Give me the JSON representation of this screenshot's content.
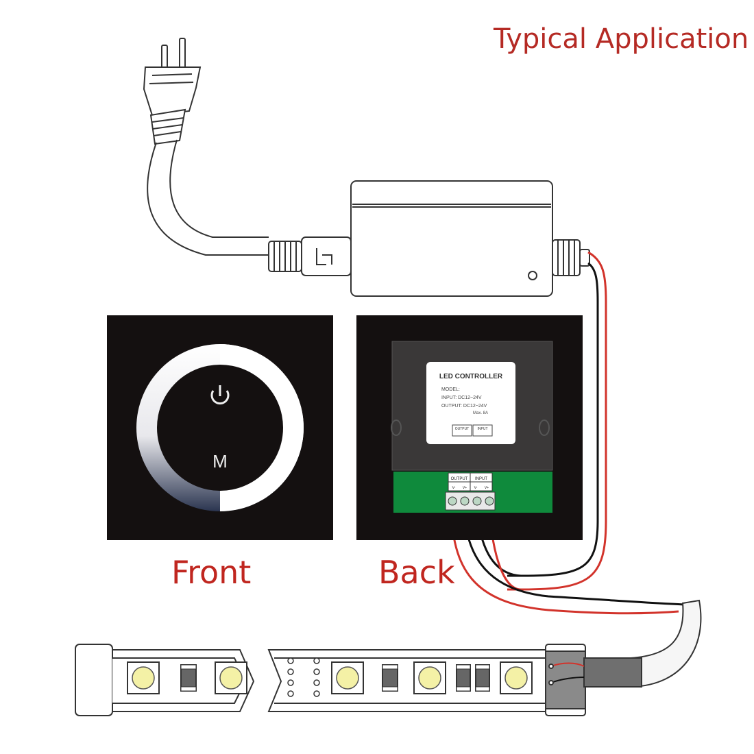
{
  "title": "Typical Application",
  "captions": {
    "front": "Front",
    "back": "Back"
  },
  "front_panel": {
    "mode_button": "M"
  },
  "back_panel": {
    "label": {
      "heading": "LED CONTROLLER",
      "model": "MODEL:",
      "input": "INPUT: DC12~24V",
      "output": "OUTPUT: DC12~24V",
      "max": "Max. 8A",
      "output_header": "OUTPUT",
      "input_header": "INPUT"
    },
    "terminals": [
      "V-",
      "V+",
      "V-",
      "V+"
    ]
  },
  "colors": {
    "title": "#b52a24",
    "caption": "#c0261f",
    "wire_red": "#d2332b",
    "wire_black": "#111111",
    "panel": "#141010",
    "pcb": "#0f8a3c",
    "led": "#f4f1a6",
    "outline": "#333333"
  }
}
